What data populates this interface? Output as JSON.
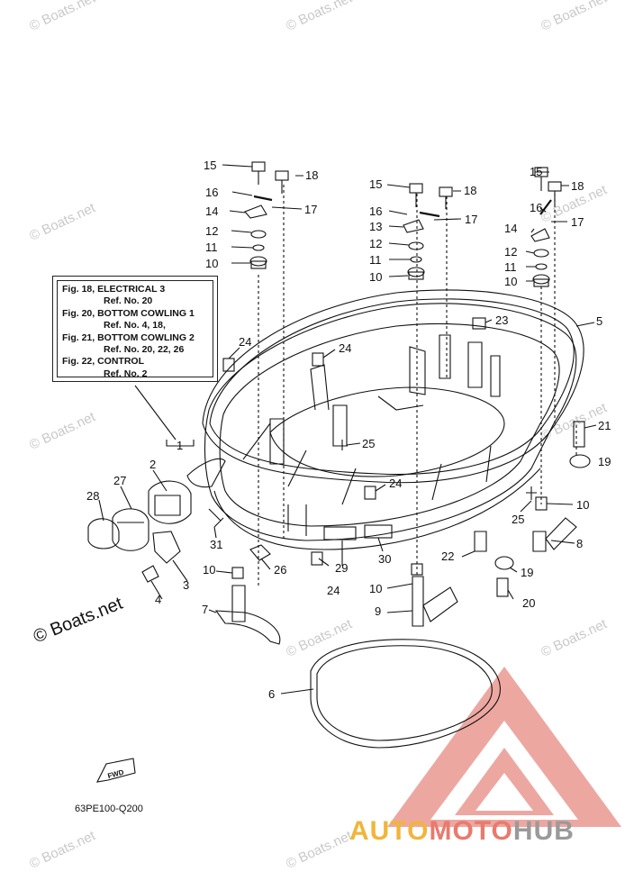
{
  "references": [
    {
      "fig": "Fig. 18, ELECTRICAL 3",
      "ref": "Ref. No. 20"
    },
    {
      "fig": "Fig. 20, BOTTOM COWLING 1",
      "ref": "Ref. No. 4, 18,"
    },
    {
      "fig": "Fig. 21, BOTTOM COWLING 2",
      "ref": "Ref. No. 20, 22, 26"
    },
    {
      "fig": "Fig. 22, CONTROL",
      "ref": "Ref. No. 2"
    }
  ],
  "callouts": {
    "c15a": "15",
    "c18a": "18",
    "c16a": "16",
    "c17a": "17",
    "c14a": "14",
    "c12a": "12",
    "c11a": "11",
    "c10a": "10",
    "c15b": "15",
    "c18b": "18",
    "c16b": "16",
    "c17b": "17",
    "c13b": "13",
    "c12b": "12",
    "c11b": "11",
    "c10b": "10",
    "c15c": "15",
    "c18c": "18",
    "c16c": "16",
    "c17c": "17",
    "c14c": "14",
    "c12c": "12",
    "c11c": "11",
    "c10c": "10",
    "c5": "5",
    "c23": "23",
    "c24a": "24",
    "c24b": "24",
    "c24c": "24",
    "c24d": "24",
    "c21": "21",
    "c19a": "19",
    "c19b": "19",
    "c25a": "25",
    "c25b": "25",
    "c10d": "10",
    "c10e": "10",
    "c10f": "10",
    "c8": "8",
    "c22": "22",
    "c20": "20",
    "c1": "1",
    "c2": "2",
    "c27": "27",
    "c28": "28",
    "c31": "31",
    "c3": "3",
    "c4": "4",
    "c26": "26",
    "c29": "29",
    "c30": "30",
    "c7": "7",
    "c9": "9",
    "c6": "6"
  },
  "fwd_label": "FWD",
  "diagram_code": "63PE100-Q200",
  "copyright": "© Boats.net",
  "watermark": "© Boats.net",
  "brand": {
    "part1": "AUTO",
    "part2": "MOTO",
    "part3": "HUB"
  },
  "colors": {
    "line": "#111111",
    "watermark": "#c9c9c9",
    "brand_yellow": "#f0b53a",
    "brand_red": "#e87a6e",
    "brand_gray": "#9a9a9a"
  }
}
